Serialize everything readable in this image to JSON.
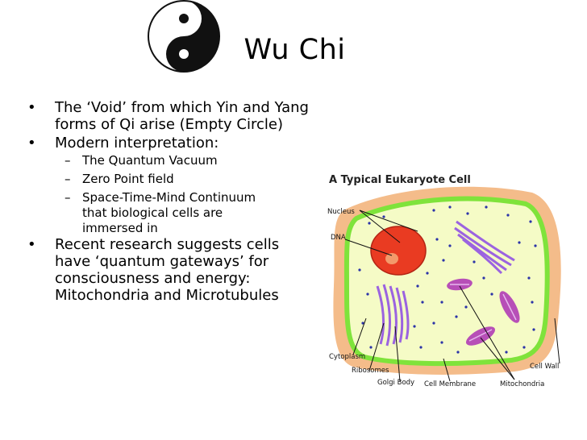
{
  "slide": {
    "title": "Wu Chi",
    "bullets": [
      {
        "text": "The ‘Void’ from which Yin and Yang forms of Qi arise (Empty Circle)"
      },
      {
        "text": "Modern interpretation:"
      },
      {
        "text": "Recent research suggests cells have ‘quantum gateways’ for consciousness and energy: Mitochondria and Microtubules"
      }
    ],
    "sub_bullets": [
      "The Quantum Vacuum",
      "Zero Point field",
      "Space-Time-Mind Continuum that biological cells  are immersed in"
    ]
  },
  "figure": {
    "title": "A Typical Eukaryote Cell",
    "labels": {
      "nucleus": "Nucleus",
      "dna": "DNA",
      "cytoplasm": "Cytoplasm",
      "ribosomes": "Ribosomes",
      "golgi": "Golgi Body",
      "membrane": "Cell Membrane",
      "mitochondria": "Mitochondria",
      "wall": "Cell Wall"
    },
    "colors": {
      "wall": "#f4bc8a",
      "membrane": "#7fe33b",
      "cytoplasm": "#f5fbc6",
      "nucleus": "#e93b22",
      "golgi": "#9b63e0",
      "mitochondria": "#b74fb7",
      "ribosome": "#2b33a8"
    }
  }
}
